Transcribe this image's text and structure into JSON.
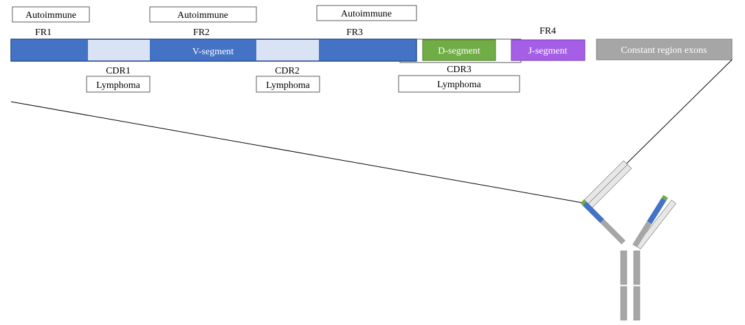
{
  "labels": {
    "fr1": "FR1",
    "fr2": "FR2",
    "fr3": "FR3",
    "fr4": "FR4",
    "cdr1": "CDR1",
    "cdr2": "CDR2",
    "cdr3": "CDR3"
  },
  "annotations": {
    "autoimmune_1": "Autoimmune",
    "autoimmune_2": "Autoimmune",
    "autoimmune_3": "Autoimmune",
    "lymphoma_1": "Lymphoma",
    "lymphoma_2": "Lymphoma",
    "lymphoma_3": "Lymphoma"
  },
  "segments": {
    "v_segment": "V-segment",
    "d_segment": "D-segment",
    "j_segment": "J-segment",
    "constant": "Constant region exons"
  },
  "colors": {
    "v_segment": "#4472c4",
    "cdr_region": "#dae3f3",
    "d_segment": "#70ad47",
    "j_segment": "#a55ee6",
    "constant": "#a6a6a6",
    "light_chain": "#e7e7e7",
    "heavy_chain": "#a6a6a6",
    "text": "#000000",
    "outline": "#595959"
  }
}
